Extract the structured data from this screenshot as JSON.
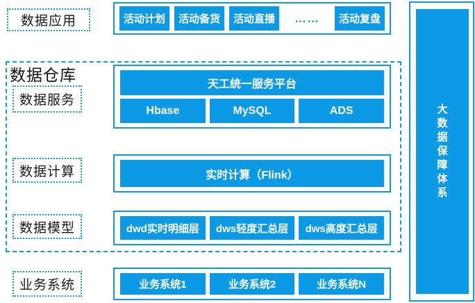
{
  "colors": {
    "accent": "#0C99E5",
    "label_text": "#1A1A1A",
    "box_text": "#FFFFFF",
    "background": "#FFFFFF"
  },
  "labels": {
    "data_application": "数据应用",
    "data_warehouse": "数据仓库",
    "data_service": "数据服务",
    "data_computing": "数据计算",
    "data_model": "数据模型",
    "business_system": "业务系统"
  },
  "application_row": {
    "items": [
      "活动计划",
      "活动备货",
      "活动直播"
    ],
    "ellipsis": "……",
    "last_item": "活动复盘"
  },
  "service_row": {
    "platform": "天工统一服务平台",
    "stores": [
      "Hbase",
      "MySQL",
      "ADS"
    ]
  },
  "computing_row": {
    "engine": "实时计算（Flink）"
  },
  "model_row": {
    "layers": [
      "dwd实时明细层",
      "dws轻度汇总层",
      "dws高度汇总层"
    ]
  },
  "business_row": {
    "systems": [
      "业务系统1",
      "业务系统2",
      "业务系统N"
    ]
  },
  "right_panel": {
    "title": "大数据保障体系"
  }
}
